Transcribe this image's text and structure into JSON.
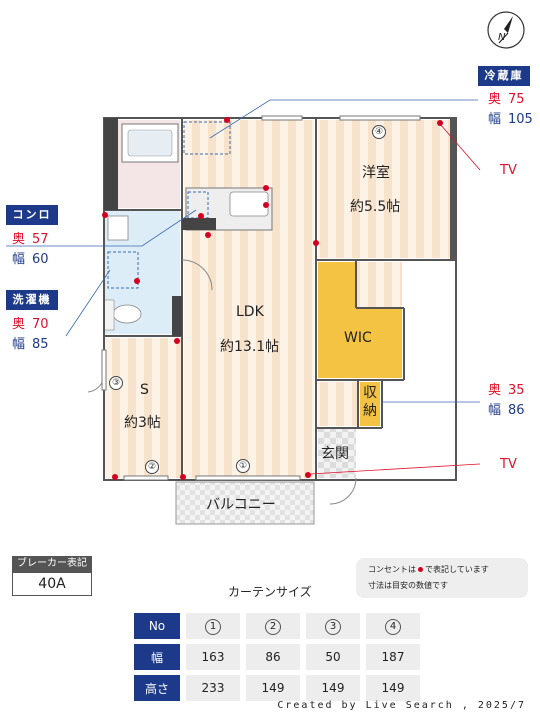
{
  "compass": {
    "letter": "N"
  },
  "appliances": {
    "fridge": {
      "title": "冷蔵庫",
      "depth_key": "奥",
      "depth": "75",
      "width_key": "幅",
      "width": "105"
    },
    "stove": {
      "title": "コンロ",
      "depth_key": "奥",
      "depth": "57",
      "width_key": "幅",
      "width": "60"
    },
    "washer": {
      "title": "洗濯機",
      "depth_key": "奥",
      "depth": "70",
      "width_key": "幅",
      "width": "85"
    },
    "storage": {
      "depth_key": "奥",
      "depth": "35",
      "width_key": "幅",
      "width": "86"
    }
  },
  "tv_labels": [
    "TV",
    "TV"
  ],
  "rooms": {
    "western": {
      "name": "洋室",
      "size": "約5.5帖"
    },
    "ldk": {
      "name": "LDK",
      "size": "約13.1帖"
    },
    "wic": {
      "name": "WIC"
    },
    "s": {
      "name": "S",
      "size": "約3帖"
    },
    "closet": {
      "name": "収納"
    },
    "entrance": {
      "name": "玄関"
    },
    "balcony": {
      "name": "バルコニー"
    }
  },
  "window_numbers": [
    "①",
    "②",
    "③",
    "④"
  ],
  "breaker": {
    "label": "ブレーカー表記",
    "value": "40A"
  },
  "note": {
    "line1_pre": "コンセントは",
    "line1_post": "で表記しています",
    "line2": "寸法は目安の数値です"
  },
  "curtain": {
    "title": "カーテンサイズ",
    "head_no": "No",
    "head_width": "幅",
    "head_height": "高さ",
    "nos": [
      "1",
      "2",
      "3",
      "4"
    ],
    "widths": [
      "163",
      "86",
      "50",
      "187"
    ],
    "heights": [
      "233",
      "149",
      "149",
      "149"
    ]
  },
  "credit": "Created by Live Search , 2025/7"
}
